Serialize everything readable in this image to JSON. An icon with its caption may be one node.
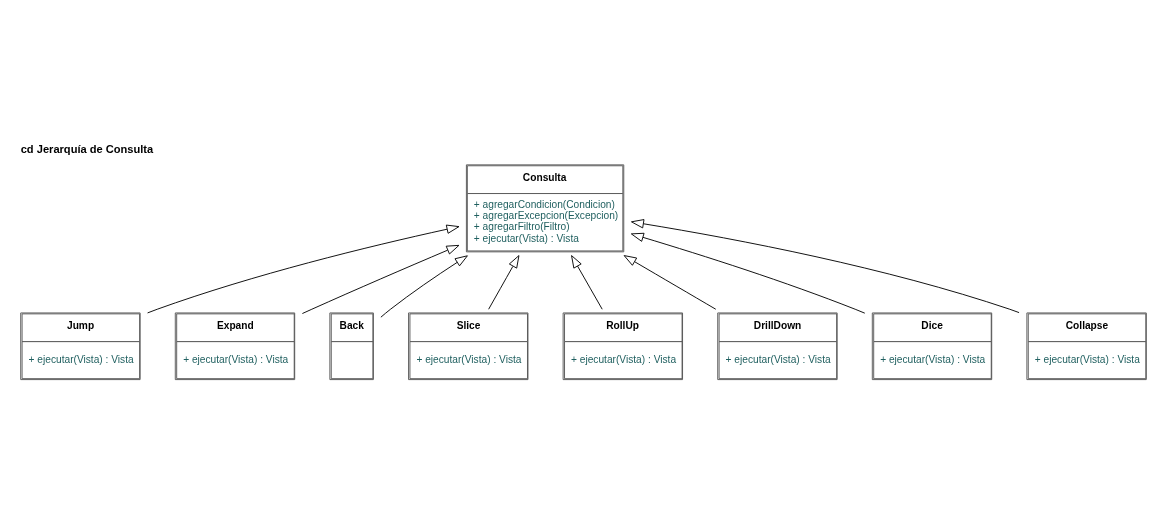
{
  "diagram": {
    "title": "cd Jerarquía de Consulta",
    "nodes": [
      {
        "text": [
          "Jump",
          "+ ejecutar(Vista) : Vista"
        ]
      },
      {
        "text": [
          "Consulta",
          "+ agregarCondicion(Condicion)",
          "+ agregarExcepcion(Excepcion)",
          "+ agregarFiltro(Filtro)",
          "+ ejecutar(Vista) : Vista"
        ]
      },
      {
        "text": [
          "Expand",
          "+ ejecutar(Vista) : Vista"
        ]
      },
      {
        "text": [
          "Back"
        ]
      },
      {
        "text": [
          "Slice",
          "+ ejecutar(Vista) : Vista"
        ]
      },
      {
        "text": [
          "RollUp",
          "+ ejecutar(Vista) : Vista"
        ]
      },
      {
        "text": [
          "DrillDown",
          "+ ejecutar(Vista) : Vista"
        ]
      },
      {
        "text": [
          "Dice",
          "+ ejecutar(Vista) : Vista"
        ]
      },
      {
        "text": [
          "Collapse",
          "+ ejecutar(Vista) : Vista"
        ]
      }
    ],
    "edges": [
      {
        "from": 0,
        "to": 1,
        "arrow": "to"
      },
      {
        "from": 2,
        "to": 1,
        "arrow": "to"
      },
      {
        "from": 3,
        "to": 1,
        "arrow": "to"
      },
      {
        "from": 4,
        "to": 1,
        "arrow": "to"
      },
      {
        "from": 5,
        "to": 1,
        "arrow": "to"
      },
      {
        "from": 6,
        "to": 1,
        "arrow": "to"
      },
      {
        "from": 7,
        "to": 1,
        "arrow": "to"
      },
      {
        "from": 8,
        "to": 1,
        "arrow": "to"
      }
    ]
  }
}
